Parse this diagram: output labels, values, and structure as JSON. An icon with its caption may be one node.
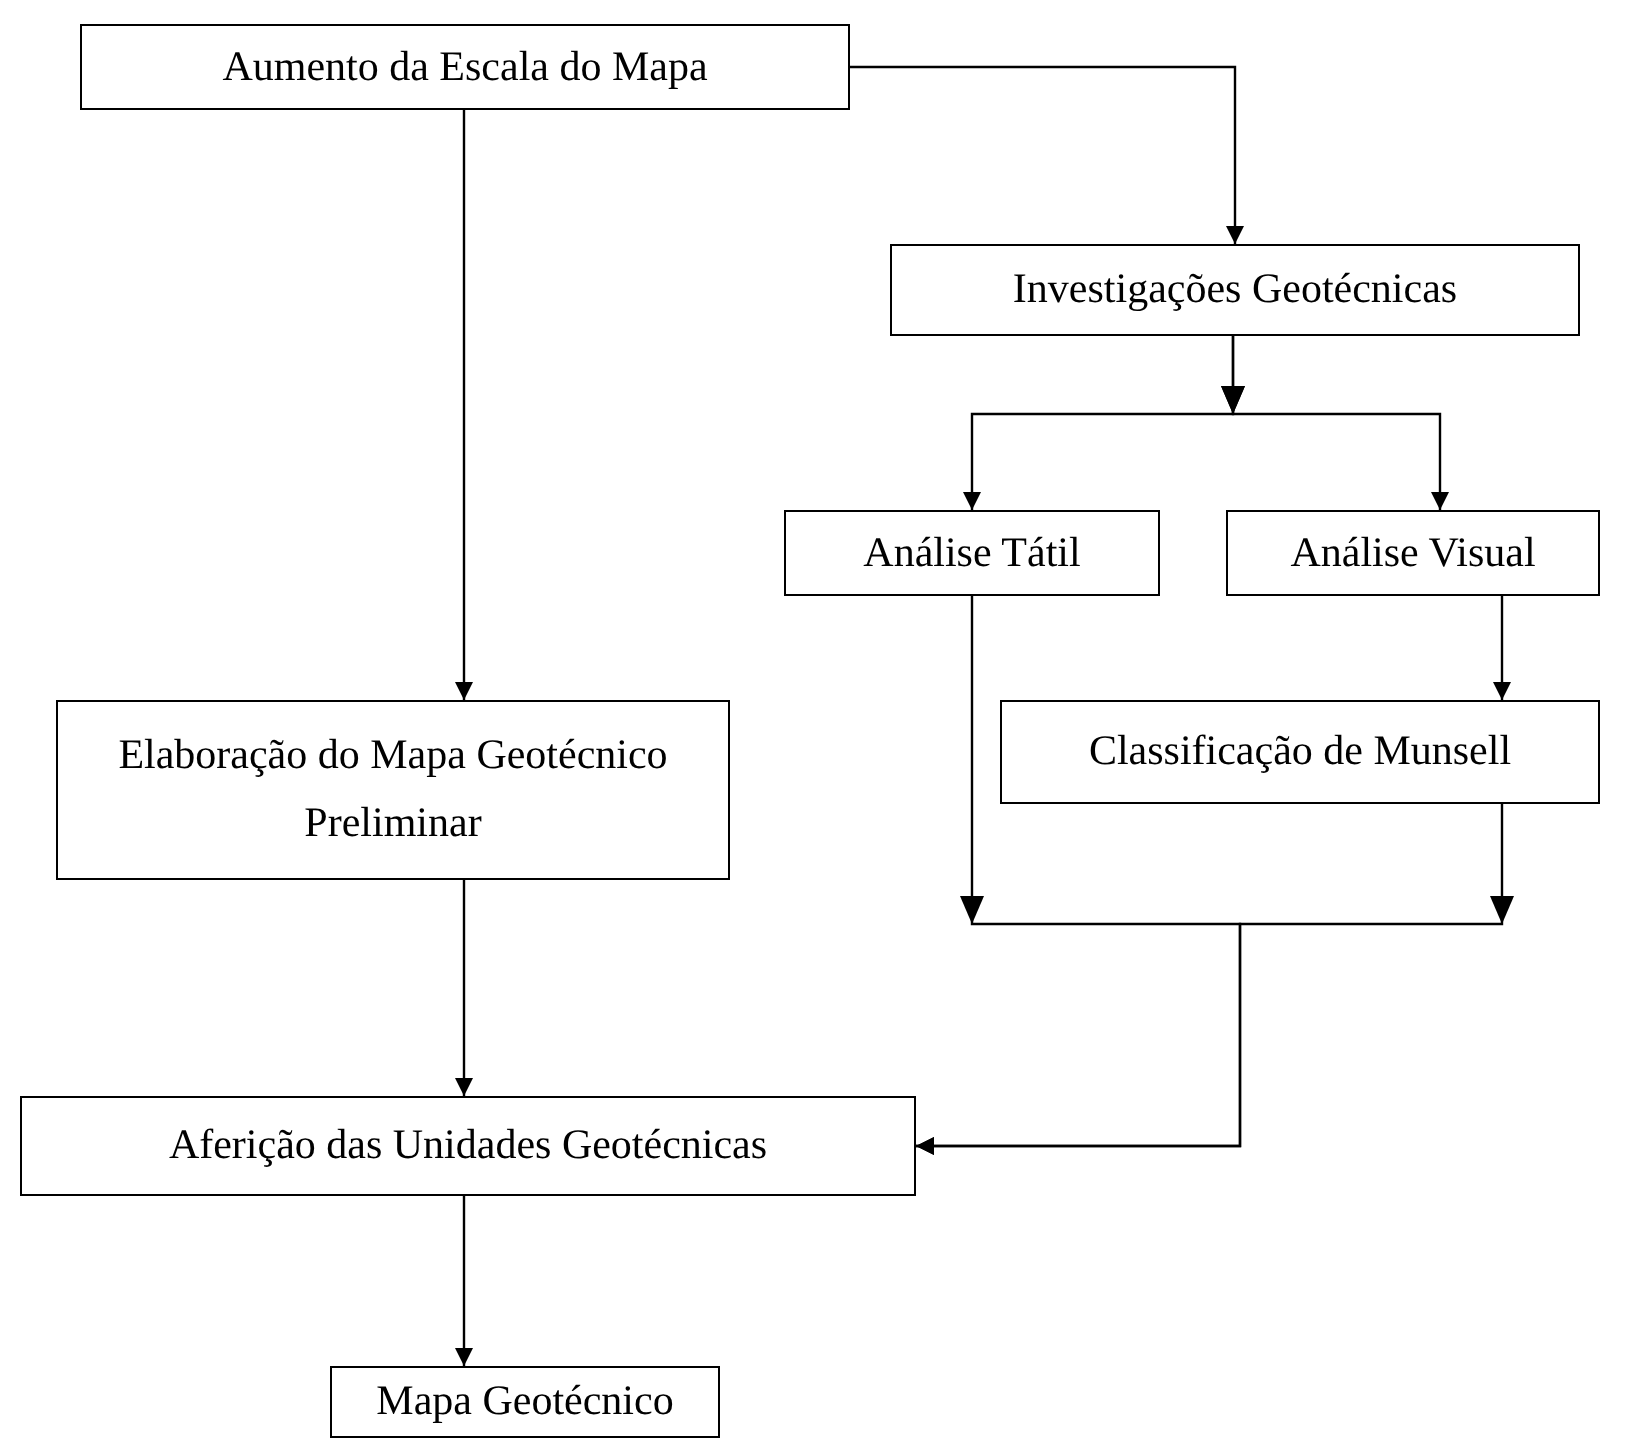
{
  "diagram": {
    "nodes": [
      {
        "text": [
          "Aumento da Escala do Mapa"
        ]
      },
      {
        "text": [
          "Investigações Geotécnicas"
        ]
      },
      {
        "text": [
          "Análise Tátil"
        ]
      },
      {
        "text": [
          "Análise Visual"
        ]
      },
      {
        "text": [
          "Classificação de Munsell"
        ]
      },
      {
        "text": [
          "Elaboração do Mapa Geotécnico Preliminar"
        ]
      },
      {
        "text": [
          "Aferição das Unidades Geotécnicas"
        ]
      },
      {
        "text": [
          "Mapa Geotécnico"
        ]
      }
    ],
    "edges": [
      {
        "from": 0,
        "to": 5,
        "arrow": "to"
      },
      {
        "from": 0,
        "to": 1,
        "arrow": "to"
      },
      {
        "from": 1,
        "to": 2,
        "arrow": "to"
      },
      {
        "from": 1,
        "to": 3,
        "arrow": "to"
      },
      {
        "from": 3,
        "to": 4,
        "arrow": "to"
      },
      {
        "from": 2,
        "to": 6,
        "arrow": "to"
      },
      {
        "from": 4,
        "to": 6,
        "arrow": "to"
      },
      {
        "from": 5,
        "to": 6,
        "arrow": "to"
      },
      {
        "from": 6,
        "to": 7,
        "arrow": "to"
      }
    ]
  }
}
